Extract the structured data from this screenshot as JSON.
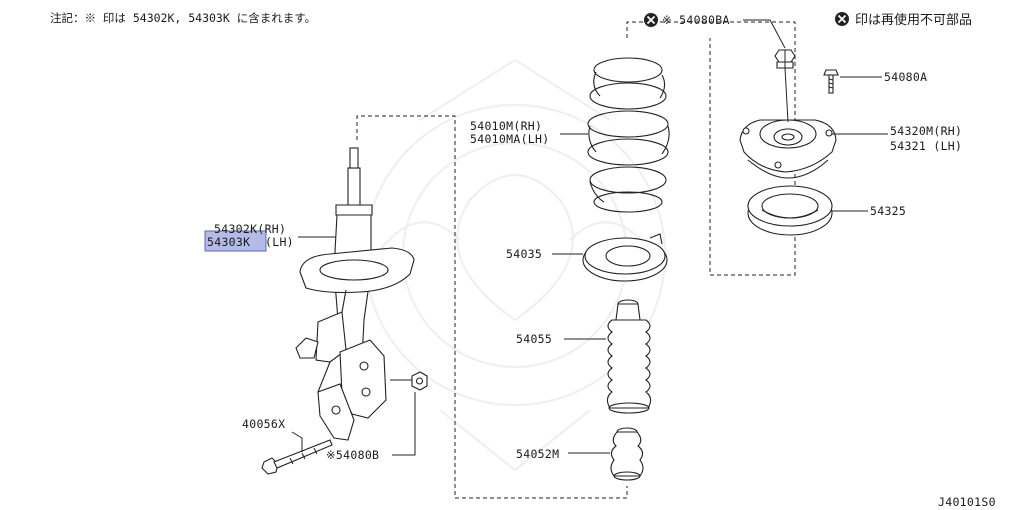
{
  "header_note": "注記：※ 印は 54302K, 54303K に含まれます。",
  "legend_text": "印は再使用不可部品",
  "diagram_code": "J40101S0",
  "colors": {
    "highlight_fill": "#b4bce6",
    "highlight_stroke": "#5a66b8",
    "line": "#222222"
  },
  "parts": {
    "p54080BA": "※ 54080BA",
    "p54080A": "54080A",
    "p54320M": "54320M(RH)",
    "p54321": "54321 (LH)",
    "p54325": "54325",
    "p54010M": "54010M(RH)",
    "p54010MA": "54010MA(LH)",
    "p54035": "54035",
    "p54055": "54055",
    "p54052M": "54052M",
    "p54302K": "54302K(RH)",
    "p54303K": "54303K",
    "p54303K_suffix": "(LH)",
    "p40056X": "40056X",
    "p54080B": "※54080B"
  }
}
